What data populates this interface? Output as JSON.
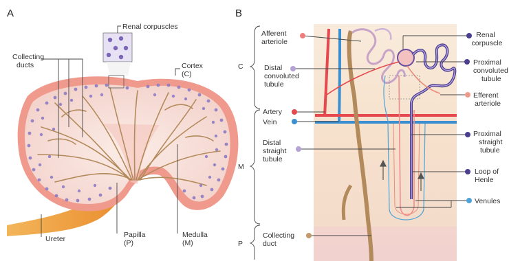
{
  "panels": {
    "a": "A",
    "b": "B"
  },
  "panel_a": {
    "renal_corpuscles": "Renal corpuscles",
    "collecting_ducts": [
      "Collecting",
      "ducts"
    ],
    "cortex": [
      "Cortex",
      "(C)"
    ],
    "ureter": "Ureter",
    "papilla": [
      "Papilla",
      "(P)"
    ],
    "medulla": [
      "Medulla",
      "(M)"
    ]
  },
  "panel_b": {
    "zones": {
      "c": "C",
      "m": "M",
      "p": "P"
    },
    "left_labels": {
      "afferent": [
        "Afferent",
        "arteriole"
      ],
      "distal_convoluted": [
        "Distal",
        "convoluted",
        "tubule"
      ],
      "artery": "Artery",
      "vein": "Vein",
      "distal_straight": [
        "Distal",
        "straight",
        "tubule"
      ],
      "collecting_duct": [
        "Collecting",
        "duct"
      ]
    },
    "right_labels": {
      "renal_corpuscle": [
        "Renal",
        "corpuscle"
      ],
      "proximal_convoluted": [
        "Proximal",
        "convoluted",
        "tubule"
      ],
      "efferent": [
        "Efferent",
        "arteriole"
      ],
      "proximal_straight": [
        "Proximal",
        "straight",
        "tubule"
      ],
      "loop_of_henle": [
        "Loop of",
        "Henle"
      ],
      "venules": "Venules"
    }
  },
  "colors": {
    "kidney_outer": "#ef9a8c",
    "kidney_inner": "#f7dcd8",
    "duct": "#b38a5b",
    "corpuscle": "#8f7cc4",
    "artery": "#e5484d",
    "vein": "#3a8fd0",
    "tubule_dark": "#4a3f8f",
    "background_b": "#f6e3cf"
  }
}
